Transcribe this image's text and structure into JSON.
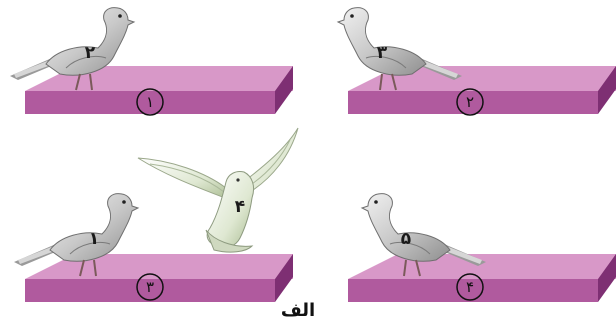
{
  "panels": [
    {
      "shelf_number": "۱",
      "bird_numbers": [
        "۲"
      ]
    },
    {
      "shelf_number": "۲",
      "bird_numbers": [
        "۳"
      ]
    },
    {
      "shelf_number": "۳",
      "bird_numbers": [
        "۱",
        "۴"
      ]
    },
    {
      "shelf_number": "۴",
      "bird_numbers": [
        "۵"
      ]
    }
  ],
  "caption": "الف",
  "colors": {
    "shelf_top": "#d898c8",
    "shelf_front": "#b05a9e",
    "shelf_side": "#7e2f73",
    "bird_body": "#c8c8c8",
    "bird_dark": "#8a8a8a",
    "flying_bird_green": "#b7c9a4"
  }
}
